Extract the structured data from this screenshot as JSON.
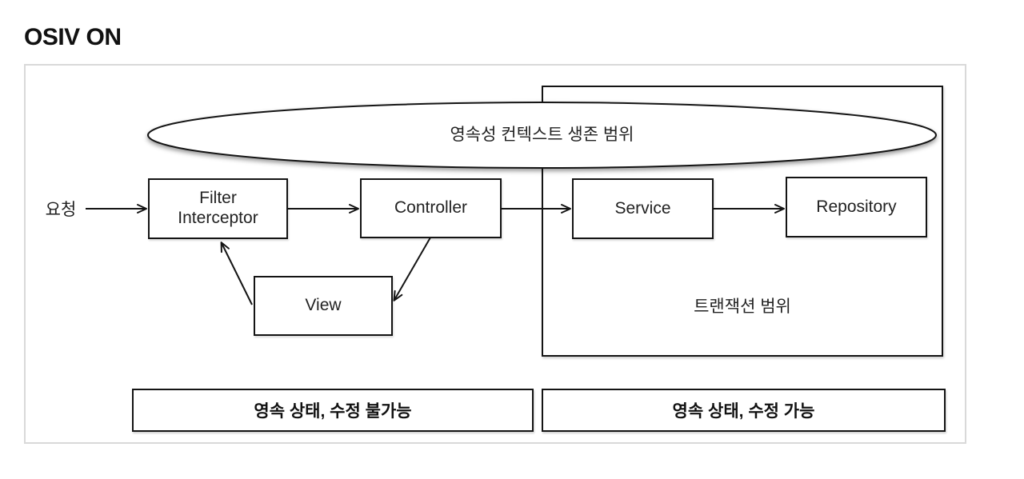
{
  "title": "OSIV ON",
  "diagram": {
    "request_label": "요청",
    "persistence_context": {
      "label": "영속성 컨텍스트 생존 범위"
    },
    "transaction_scope": {
      "label": "트랜잭션 범위"
    },
    "nodes": {
      "filter_interceptor": {
        "line1": "Filter",
        "line2": "Interceptor"
      },
      "controller": {
        "label": "Controller"
      },
      "service": {
        "label": "Service"
      },
      "repository": {
        "label": "Repository"
      },
      "view": {
        "label": "View"
      }
    },
    "edges": [
      {
        "from": "request",
        "to": "filter_interceptor"
      },
      {
        "from": "filter_interceptor",
        "to": "controller"
      },
      {
        "from": "controller",
        "to": "service"
      },
      {
        "from": "service",
        "to": "repository"
      },
      {
        "from": "controller",
        "to": "view"
      },
      {
        "from": "view",
        "to": "filter_interceptor"
      }
    ],
    "footnotes": {
      "left": "영속 상태, 수정 불가능",
      "right": "영속 상태, 수정 가능"
    },
    "colors": {
      "line": "#141414",
      "panel_border": "#d9d9d9",
      "background": "#ffffff"
    }
  }
}
